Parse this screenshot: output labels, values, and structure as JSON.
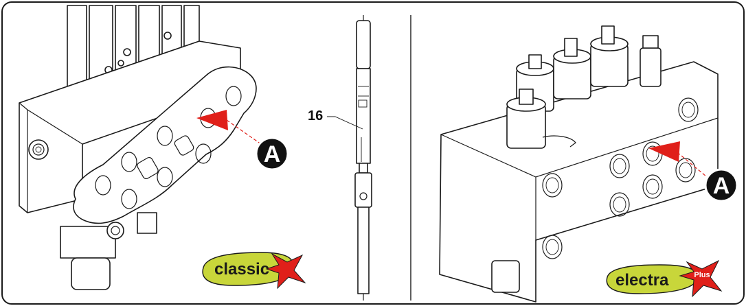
{
  "callouts": {
    "left_label": "A",
    "right_label": "A"
  },
  "part": {
    "number": "16"
  },
  "logos": {
    "left": "classic",
    "right": "electra",
    "right_badge": "Plus"
  },
  "colors": {
    "arrow": "#e0201a",
    "logo_green": "#c8d63a",
    "logo_red": "#e0201a",
    "callout": "#111111"
  }
}
